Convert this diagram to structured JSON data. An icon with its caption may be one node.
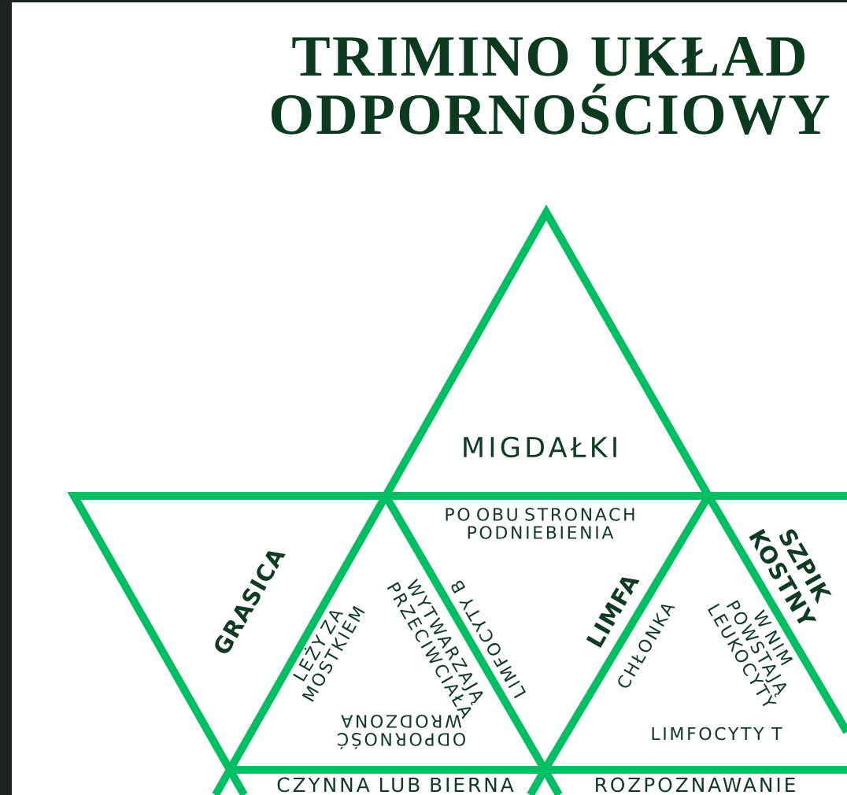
{
  "diagram": {
    "title": "TRIMINO UKŁAD ODPORNOŚCIOWY",
    "nodes": [
      {
        "text": [
          "MIGDAŁKI"
        ]
      },
      {
        "text": [
          "GRASICA"
        ]
      },
      {
        "text": [
          "LEŻY ZA MOSTKIEM",
          "WYTWARZAJĄ PRZECIWCIAŁA",
          "ODPORNOŚĆ WRODZONA"
        ]
      },
      {
        "text": [
          "PO OBU STRONACH PODNIEBIENIA",
          "LIMFOCYTY B",
          "LIMFA"
        ]
      },
      {
        "text": [
          "CHŁONKA",
          "W NIM POWSTAJĄ LEUKOCYTY",
          "LIMFOCYTY T"
        ]
      },
      {
        "text": [
          "SZPIK KOSTNY"
        ]
      },
      {
        "text": [
          "CZYNNA LUB BIERNA"
        ]
      },
      {
        "text": [
          "ROZPOZNAWANIE"
        ]
      }
    ]
  }
}
